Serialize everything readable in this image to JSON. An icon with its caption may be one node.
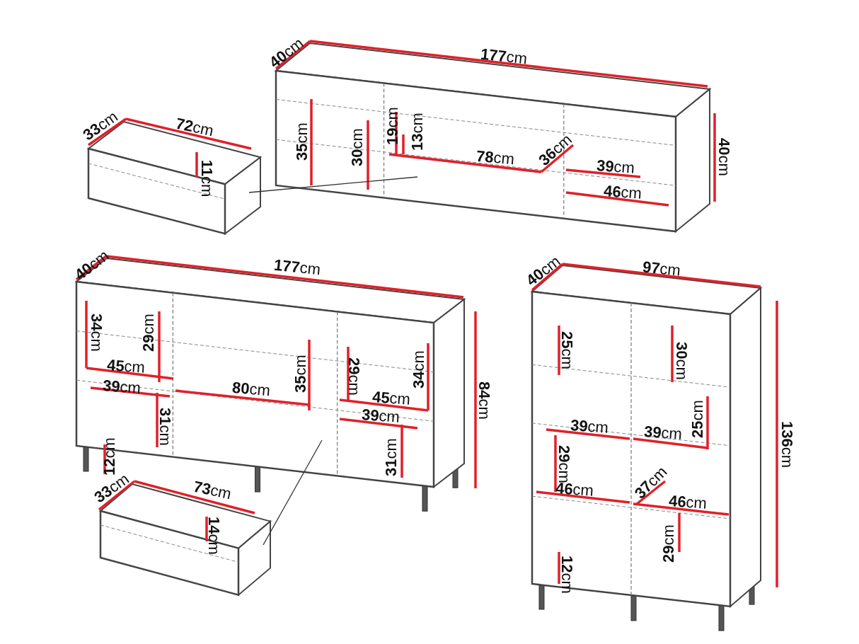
{
  "diagram": {
    "nodes": [
      {
        "text": [],
        "shape": "picture"
      },
      {
        "text": [],
        "shape": "picture"
      },
      {
        "text": [],
        "shape": "picture"
      },
      {
        "text": [],
        "shape": "picture"
      },
      {
        "text": [],
        "shape": "picture"
      }
    ],
    "edges": [
      {
        "from": 1,
        "to": 0,
        "arrow": "none"
      },
      {
        "from": 4,
        "to": 2,
        "arrow": "none"
      }
    ],
    "labels": [
      "**40**cm",
      "**177**cm",
      "**35**cm",
      "**30**cm",
      "**19**cm",
      "**13**cm",
      "**78**cm",
      "**36**cm",
      "**39**cm",
      "**40**cm",
      "**46**cm",
      "**33**cm",
      "**72**cm",
      "**11**cm",
      "**40**cm",
      "**177**cm",
      "**84**cm",
      "**34**cm",
      "**29**cm",
      "**45**cm",
      "**39**cm",
      "**31**cm",
      "**12**cm",
      "**80**cm",
      "**35**cm",
      "**29**cm",
      "**34**cm",
      "**45**cm",
      "**39**cm",
      "**31**cm",
      "**40**cm",
      "**97**cm",
      "**136**cm",
      "**25**cm",
      "**30**cm",
      "**25**cm",
      "**39**cm",
      "**39**cm",
      "**29**cm",
      "**46**cm",
      "**37**cm",
      "**46**cm",
      "**29**cm",
      "**12**cm",
      "**33**cm",
      "**73**cm",
      "**14**cm"
    ]
  }
}
